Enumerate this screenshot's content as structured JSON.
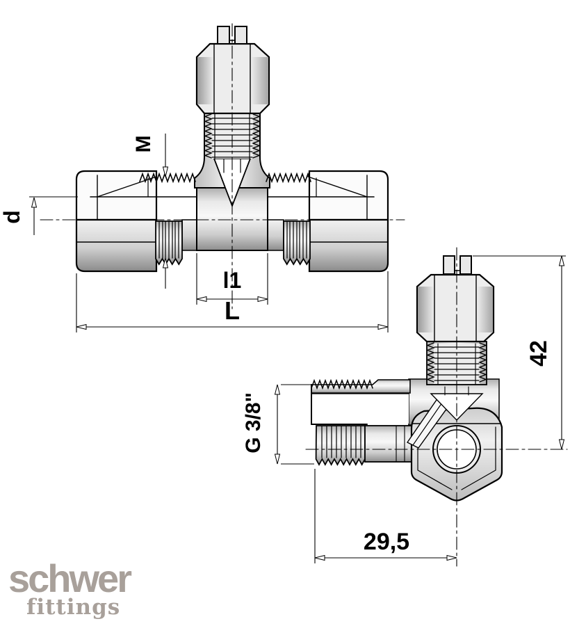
{
  "labels": {
    "thread_m": "M",
    "tube_diameter_d": "d",
    "length_l1": "l1",
    "overall_length_L": "L",
    "port_thread_g": "G 3/8\"",
    "height_42": "42",
    "length_29_5": "29,5"
  },
  "brand": {
    "name": "schwer",
    "subtitle": "fittings",
    "color": "#a8a09a"
  },
  "colors": {
    "background": "#ffffff",
    "outline": "#000000",
    "metal_light": "#f6f6f6",
    "metal_mid": "#d2d2d2",
    "metal_dark": "#8d8d8d"
  }
}
